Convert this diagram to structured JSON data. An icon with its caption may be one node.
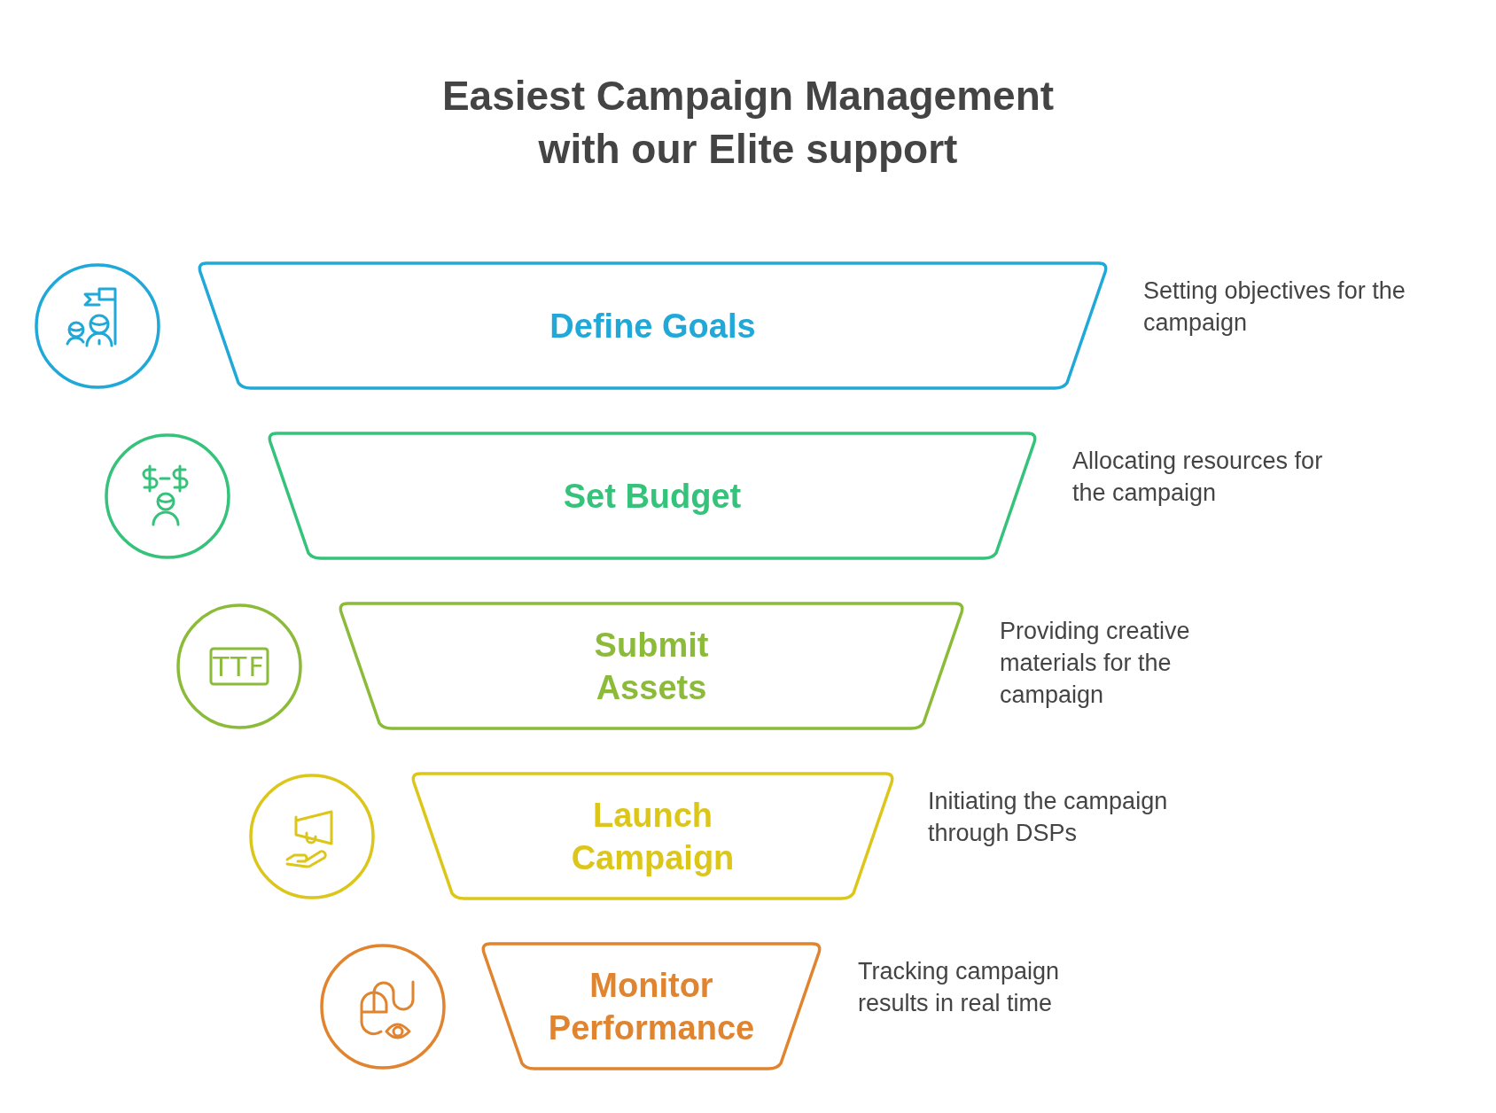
{
  "diagram": {
    "title": "Easiest Campaign Management with our Elite support",
    "nodes": [
      {
        "text": [
          "Define Goals"
        ],
        "beside": [
          "Setting objectives for the campaign"
        ]
      },
      {
        "text": [
          "Set Budget"
        ],
        "beside": [
          "Allocating resources for the campaign"
        ]
      },
      {
        "text": [
          "Submit Assets"
        ],
        "beside": [
          "Providing creative materials for the campaign"
        ]
      },
      {
        "text": [
          "Launch Campaign"
        ],
        "beside": [
          "Initiating the campaign through DSPs"
        ]
      },
      {
        "text": [
          "Monitor Performance"
        ],
        "beside": [
          "Tracking campaign results in real time"
        ]
      }
    ],
    "labels": [
      "TTF"
    ]
  }
}
